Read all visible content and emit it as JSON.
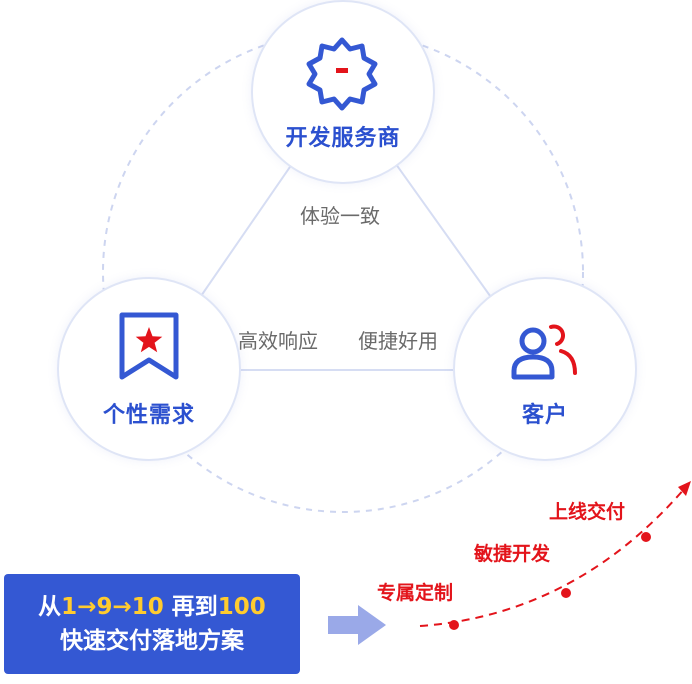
{
  "nodes": {
    "developer": {
      "label": "开发服务商"
    },
    "needs": {
      "label": "个性需求"
    },
    "customer": {
      "label": "客户"
    }
  },
  "edge_labels": {
    "top": "体验一致",
    "left": "高效响应",
    "right": "便捷好用"
  },
  "banner": {
    "line1": {
      "prefix": "从",
      "one": "1",
      "arrow1": "→",
      "nine": "9",
      "arrow2": "→",
      "ten": "10",
      "mid": " 再到",
      "hundred": "100"
    },
    "line2": "快速交付落地方案"
  },
  "stages": [
    "专属定制",
    "敏捷开发",
    "上线交付"
  ],
  "colors": {
    "brand_blue": "#3458d3",
    "label_blue": "#2b50cf",
    "red": "#e3141b",
    "highlight": "#ffcb2e",
    "ring": "#cdd5f0"
  },
  "icons": {
    "developer": "gear-icon",
    "needs": "bookmark-star-icon",
    "customer": "users-icon",
    "flow": "arrow-right-icon"
  }
}
